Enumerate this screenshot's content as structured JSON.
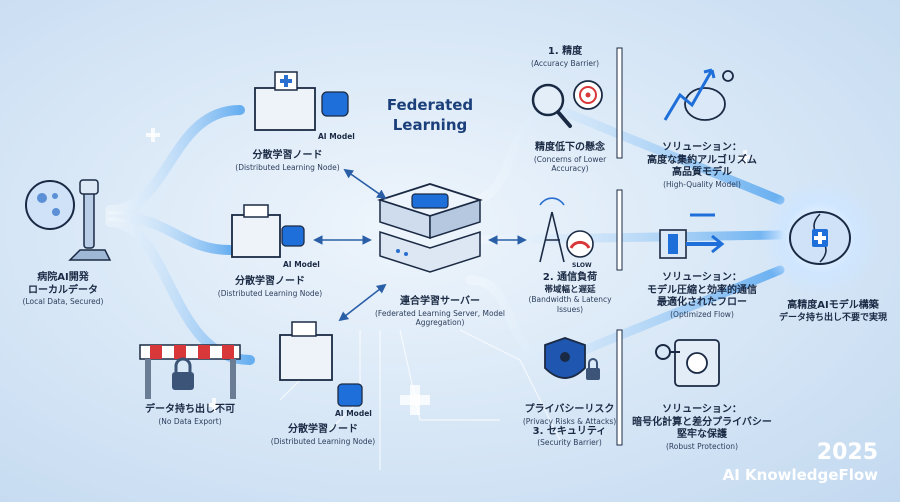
{
  "title": {
    "line1": "Federated",
    "line2": "Learning"
  },
  "local_data": {
    "jp1": "病院AI開発",
    "jp2": "ローカルデータ",
    "en": "(Local Data, Secured)"
  },
  "no_export": {
    "jp": "データ持ち出し不可",
    "en": "(No Data Export)"
  },
  "nodes": [
    {
      "tag": "AI Model",
      "jp": "分散学習ノード",
      "en": "(Distributed Learning Node)"
    },
    {
      "tag": "AI Model",
      "jp": "分散学習ノード",
      "en": "(Distributed Learning Node)"
    },
    {
      "tag": "AI Model",
      "jp": "分散学習ノード",
      "en": "(Distributed Learning Node)"
    }
  ],
  "server": {
    "jp": "連合学習サーバー",
    "en": "(Federated Learning Server, Model Aggregation)"
  },
  "barriers": [
    {
      "heading": "1. 精度",
      "sub": "(Accuracy Barrier)",
      "jp": "精度低下の懸念",
      "en": "(Concerns of Lower Accuracy)"
    },
    {
      "heading": "2. 通信負荷",
      "sub": "帯域幅と遅延",
      "en": "(Bandwidth & Latency Issues)",
      "badge": "SLOW"
    },
    {
      "heading": "3. セキュリティ",
      "sub": "(Security Barrier)",
      "jp": "プライバシーリスク",
      "en": "(Privacy Risks & Attacks)"
    }
  ],
  "solutions": [
    {
      "jp1": "ソリューション：",
      "jp2": "高度な集約アルゴリズム",
      "jp3": "高品質モデル",
      "en": "(High-Quality Model)"
    },
    {
      "jp1": "ソリューション：",
      "jp2": "モデル圧縮と効率的通信",
      "jp3": "最適化されたフロー",
      "en": "(Optimized Flow)"
    },
    {
      "jp1": "ソリューション：",
      "jp2": "暗号化計算と差分プライバシー",
      "jp3": "堅牢な保護",
      "en": "(Robust Protection)"
    }
  ],
  "result": {
    "jp1": "高精度AIモデル構築",
    "jp2": "データ持ち出し不要で実現"
  },
  "brand": {
    "year": "2025",
    "name": "AI KnowledgeFlow"
  },
  "colors": {
    "accent": "#1e6fd9",
    "dark": "#1b2a44",
    "glow": "#8ec8ff"
  }
}
